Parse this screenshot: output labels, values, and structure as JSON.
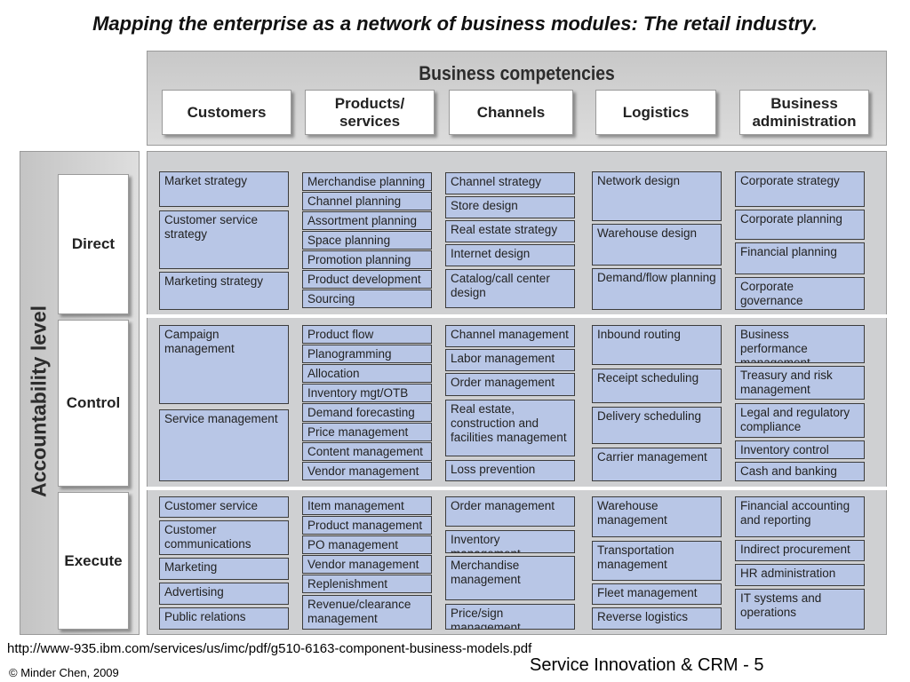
{
  "title": "Mapping the enterprise as a network of business modules: The retail industry.",
  "competencies": {
    "title": "Business competencies",
    "columns": [
      "Customers",
      "Products/\nservices",
      "Channels",
      "Logistics",
      "Business\nadministration"
    ]
  },
  "accountability": {
    "title": "Accountability level",
    "levels": [
      "Direct",
      "Control",
      "Execute"
    ]
  },
  "modules": {
    "direct": {
      "customers": [
        "Market strategy",
        "Customer service strategy",
        "Marketing strategy"
      ],
      "products": [
        "Merchandise planning",
        "Channel planning",
        "Assortment planning",
        "Space planning",
        "Promotion planning",
        "Product development",
        "Sourcing"
      ],
      "channels": [
        "Channel strategy",
        "Store design",
        "Real estate strategy",
        "Internet design",
        "Catalog/call center design"
      ],
      "logistics": [
        "Network design",
        "Warehouse design",
        "Demand/flow planning"
      ],
      "admin": [
        "Corporate strategy",
        "Corporate planning",
        "Financial planning",
        "Corporate governance"
      ]
    },
    "control": {
      "customers": [
        "Campaign management",
        "Service management"
      ],
      "products": [
        "Product flow",
        "Planogramming",
        "Allocation",
        "Inventory mgt/OTB",
        "Demand forecasting",
        "Price management",
        "Content management",
        "Vendor management"
      ],
      "channels": [
        "Channel management",
        "Labor management",
        "Order management",
        "Real estate, construction and facilities management",
        "Loss prevention"
      ],
      "logistics": [
        "Inbound routing",
        "Receipt scheduling",
        "Delivery scheduling",
        "Carrier management"
      ],
      "admin": [
        "Business performance management",
        "Treasury and risk management",
        "Legal and regulatory compliance",
        "Inventory control",
        "Cash and banking"
      ]
    },
    "execute": {
      "customers": [
        "Customer service",
        "Customer communications",
        "Marketing",
        "Advertising",
        "Public relations"
      ],
      "products": [
        "Item management",
        "Product management",
        "PO management",
        "Vendor management",
        "Replenishment",
        "Revenue/clearance management"
      ],
      "channels": [
        "Order management",
        "Inventory management",
        "Merchandise management",
        "Price/sign management"
      ],
      "logistics": [
        "Warehouse management",
        "Transportation management",
        "Fleet management",
        "Reverse logistics"
      ],
      "admin": [
        "Financial accounting and reporting",
        "Indirect procurement",
        "HR administration",
        "IT systems and operations"
      ]
    }
  },
  "footer": {
    "url": "http://www-935.ibm.com/services/us/imc/pdf/g510-6163-component-business-models.pdf",
    "copyright": "© Minder Chen, 2009",
    "slide_label": "Service Innovation & CRM - 5"
  }
}
